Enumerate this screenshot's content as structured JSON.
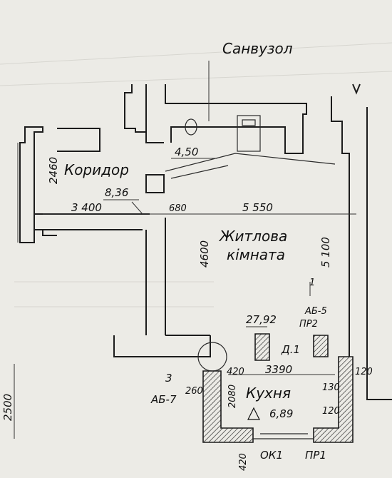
{
  "labels": {
    "sanvuzol": "Санвузол",
    "koridor": "Коридор",
    "zhytlova": "Житлова",
    "kimnata": "кімната",
    "kukhnia": "Кухня"
  },
  "areas": {
    "sanvuzol": "4,50",
    "koridor": "8,36",
    "zhytlova": "27,92",
    "kukhnia": "6,89"
  },
  "dimensions": {
    "d2460": "2460",
    "d3400": "3 400",
    "d680": "680",
    "d5550": "5 550",
    "d4600": "4600",
    "d5100": "5 100",
    "d3390": "3390",
    "d2500": "2500",
    "d2080": "2080",
    "d420a": "420",
    "d420b": "420",
    "d120": "120",
    "d130": "130",
    "d120b": "120",
    "d260": "260"
  },
  "marks": {
    "ab5": "АБ-5",
    "pr2": "ПР2",
    "d1": "Д.1",
    "ab7": "АБ-7",
    "three": "3",
    "one": "1",
    "ok1": "ОК1",
    "pr1": "ПР1"
  }
}
